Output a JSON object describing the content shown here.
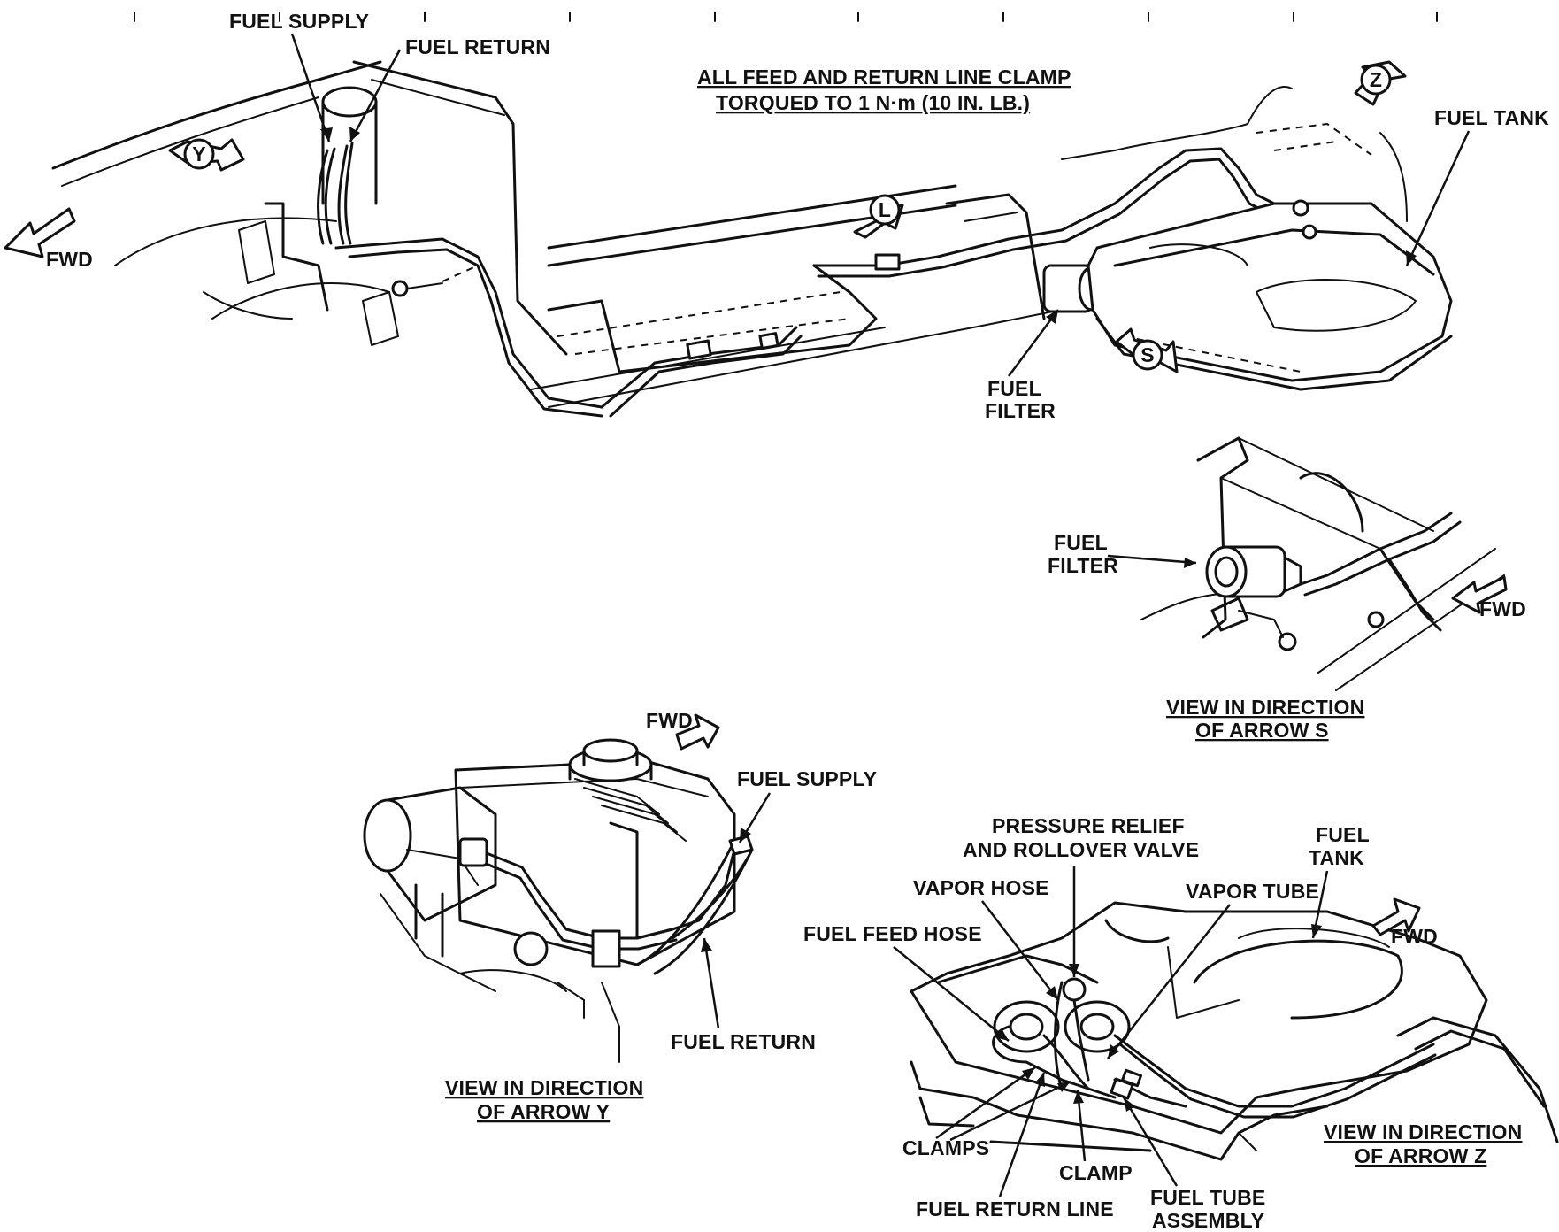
{
  "main_view": {
    "torque_note_line1": "ALL FEED AND RETURN LINE CLAMP",
    "torque_note_line2": "TORQUED TO 1 N·m (10 IN. LB.)",
    "labels": {
      "fuel_supply": "FUEL SUPPLY",
      "fuel_return": "FUEL RETURN",
      "fuel_tank": "FUEL TANK",
      "fuel_filter_line1": "FUEL",
      "fuel_filter_line2": "FILTER",
      "fwd": "FWD"
    },
    "view_markers": {
      "y": "Y",
      "z": "Z",
      "l": "L",
      "s": "S"
    }
  },
  "view_s": {
    "caption_line1": "VIEW IN DIRECTION",
    "caption_line2": "OF ARROW S",
    "fuel_filter_line1": "FUEL",
    "fuel_filter_line2": "FILTER",
    "fwd": "FWD"
  },
  "view_y": {
    "caption_line1": "VIEW IN DIRECTION",
    "caption_line2": "OF ARROW Y",
    "fuel_supply": "FUEL SUPPLY",
    "fuel_return": "FUEL RETURN",
    "fwd": "FWD"
  },
  "view_z": {
    "caption_line1": "VIEW IN DIRECTION",
    "caption_line2": "OF ARROW Z",
    "pressure_relief_line1": "PRESSURE RELIEF",
    "pressure_relief_line2": "AND ROLLOVER VALVE",
    "fuel_tank_line1": "FUEL",
    "fuel_tank_line2": "TANK",
    "vapor_hose": "VAPOR HOSE",
    "vapor_tube": "VAPOR TUBE",
    "fuel_feed_hose": "FUEL FEED HOSE",
    "fwd": "FWD",
    "clamps": "CLAMPS",
    "clamp": "CLAMP",
    "fuel_return_line": "FUEL RETURN LINE",
    "fuel_tube_line1": "FUEL TUBE",
    "fuel_tube_line2": "ASSEMBLY"
  }
}
